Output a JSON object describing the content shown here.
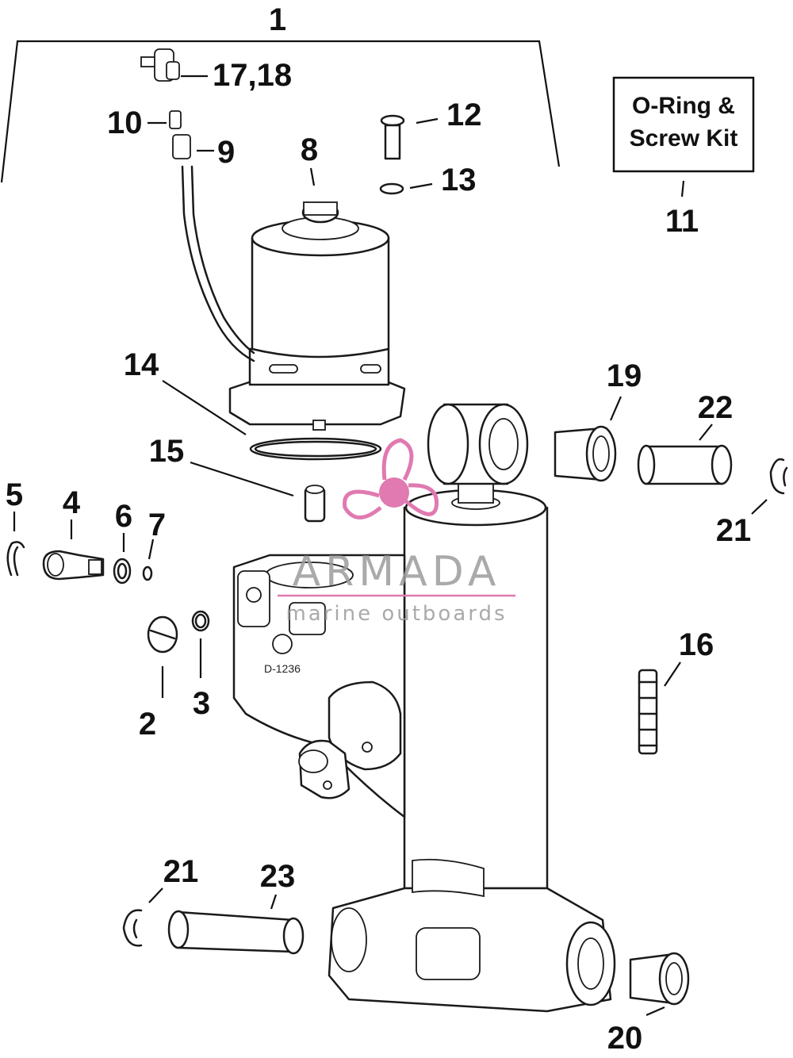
{
  "callouts": {
    "c1": "1",
    "c17_18": "17,18",
    "c10": "10",
    "c9": "9",
    "c8": "8",
    "c12": "12",
    "c13": "13",
    "c11": "11",
    "c14": "14",
    "c15": "15",
    "c19": "19",
    "c22": "22",
    "c21_right": "21",
    "c5": "5",
    "c4": "4",
    "c6": "6",
    "c7": "7",
    "c2": "2",
    "c3": "3",
    "c16": "16",
    "c21_left": "21",
    "c23": "23",
    "c20": "20"
  },
  "kit_box": {
    "line1": "O-Ring &",
    "line2": "Screw Kit"
  },
  "casting_stamp": "D-1236",
  "watermark": {
    "title": "ARMADA",
    "subtitle": "marine outboards",
    "accent_color": "#e07ab0",
    "text_color": "#9c9c9c"
  },
  "line_color": "#1a1a1a"
}
